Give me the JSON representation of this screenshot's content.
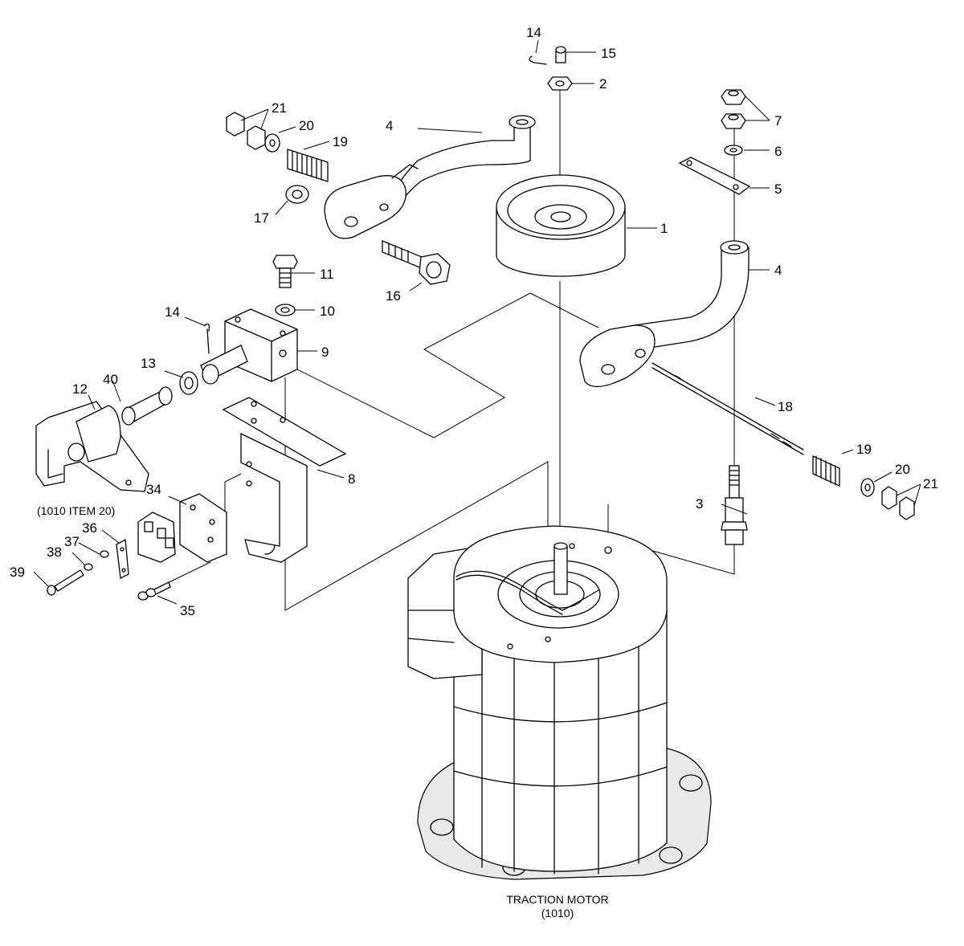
{
  "labels": {
    "l1": "1",
    "l2": "2",
    "l3": "3",
    "l4a": "4",
    "l4b": "4",
    "l5": "5",
    "l6": "6",
    "l7": "7",
    "l8": "8",
    "l9": "9",
    "l10": "10",
    "l11": "11",
    "l12": "12",
    "l13": "13",
    "l14a": "14",
    "l14b": "14",
    "l15": "15",
    "l16": "16",
    "l17": "17",
    "l18": "18",
    "l19a": "19",
    "l19b": "19",
    "l20a": "20",
    "l20b": "20",
    "l21a": "21",
    "l21b": "21",
    "l34": "34",
    "l35": "35",
    "l36": "36",
    "l37": "37",
    "l38": "38",
    "l39": "39",
    "l40": "40"
  },
  "callout_note": "(1010 ITEM 20)",
  "motor_caption": {
    "line1": "TRACTION MOTOR",
    "line2": "(1010)"
  }
}
